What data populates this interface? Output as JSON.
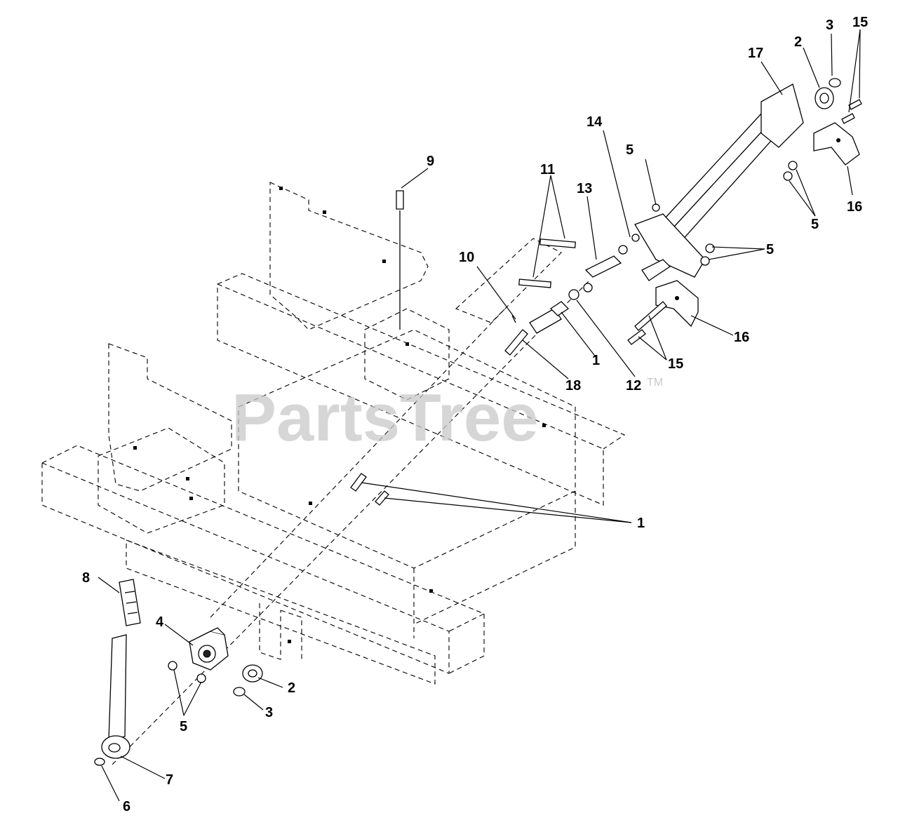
{
  "watermark": {
    "text": "PartsTree",
    "trademark": "TM"
  },
  "callouts": {
    "c1a": "1",
    "c1b": "1",
    "c2a": "2",
    "c2b": "2",
    "c3a": "3",
    "c3b": "3",
    "c4": "4",
    "c5a": "5",
    "c5b": "5",
    "c5c": "5",
    "c5d": "5",
    "c6": "6",
    "c7": "7",
    "c8": "8",
    "c9": "9",
    "c10": "10",
    "c11": "11",
    "c12": "12",
    "c13": "13",
    "c14": "14",
    "c15a": "15",
    "c15b": "15",
    "c16a": "16",
    "c16b": "16",
    "c17": "17",
    "c18": "18"
  }
}
